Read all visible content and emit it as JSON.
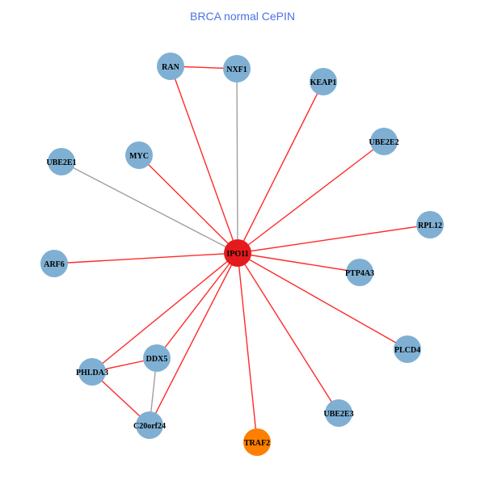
{
  "title": "BRCA normal CePIN",
  "colors": {
    "hub": "#e41a1c",
    "node": "#7fb0d3",
    "highlight": "#ff7f00",
    "edge_red": "#ff2a2a",
    "edge_gray": "#a0a0a0"
  },
  "nodes": [
    {
      "id": "IPO11",
      "type": "hub"
    },
    {
      "id": "RAN",
      "type": "node"
    },
    {
      "id": "NXF1",
      "type": "node"
    },
    {
      "id": "KEAP1",
      "type": "node"
    },
    {
      "id": "UBE2E2",
      "type": "node"
    },
    {
      "id": "MYC",
      "type": "node"
    },
    {
      "id": "UBE2E1",
      "type": "node"
    },
    {
      "id": "RPL12",
      "type": "node"
    },
    {
      "id": "ARF6",
      "type": "node"
    },
    {
      "id": "PTP4A3",
      "type": "node"
    },
    {
      "id": "PLCD4",
      "type": "node"
    },
    {
      "id": "DDX5",
      "type": "node"
    },
    {
      "id": "PHLDA3",
      "type": "node"
    },
    {
      "id": "C20orf24",
      "type": "node"
    },
    {
      "id": "UBE2E3",
      "type": "node"
    },
    {
      "id": "TRAF2",
      "type": "highlight"
    }
  ],
  "edges": [
    {
      "source": "RAN",
      "target": "NXF1",
      "kind": "red"
    },
    {
      "source": "IPO11",
      "target": "RAN",
      "kind": "red"
    },
    {
      "source": "IPO11",
      "target": "NXF1",
      "kind": "gray"
    },
    {
      "source": "IPO11",
      "target": "KEAP1",
      "kind": "red"
    },
    {
      "source": "IPO11",
      "target": "UBE2E2",
      "kind": "red"
    },
    {
      "source": "IPO11",
      "target": "MYC",
      "kind": "red"
    },
    {
      "source": "IPO11",
      "target": "UBE2E1",
      "kind": "gray"
    },
    {
      "source": "IPO11",
      "target": "RPL12",
      "kind": "red"
    },
    {
      "source": "IPO11",
      "target": "ARF6",
      "kind": "red"
    },
    {
      "source": "IPO11",
      "target": "PTP4A3",
      "kind": "red"
    },
    {
      "source": "IPO11",
      "target": "PLCD4",
      "kind": "red"
    },
    {
      "source": "IPO11",
      "target": "DDX5",
      "kind": "red"
    },
    {
      "source": "IPO11",
      "target": "PHLDA3",
      "kind": "red"
    },
    {
      "source": "IPO11",
      "target": "C20orf24",
      "kind": "red"
    },
    {
      "source": "IPO11",
      "target": "UBE2E3",
      "kind": "red"
    },
    {
      "source": "IPO11",
      "target": "TRAF2",
      "kind": "red"
    },
    {
      "source": "PHLDA3",
      "target": "DDX5",
      "kind": "red"
    },
    {
      "source": "PHLDA3",
      "target": "C20orf24",
      "kind": "red"
    },
    {
      "source": "DDX5",
      "target": "C20orf24",
      "kind": "gray"
    }
  ]
}
